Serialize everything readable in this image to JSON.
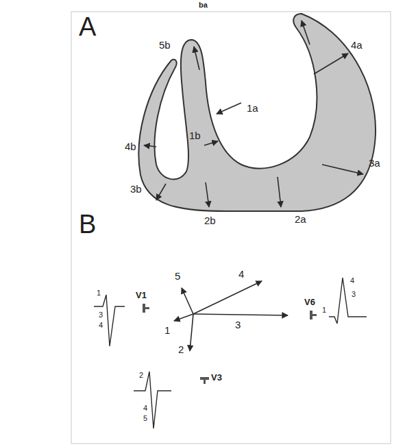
{
  "diagram": {
    "labels": [
      "ba",
      "A",
      "5b",
      "4a",
      "1a",
      "4b",
      "1b",
      "3a",
      "3b",
      "2b",
      "2a",
      "B",
      "5",
      "4",
      "V1",
      "1",
      "3",
      "V6",
      "1",
      "3",
      "4",
      "4",
      "3",
      "1",
      "2",
      "V3",
      "2",
      "4",
      "5"
    ]
  }
}
